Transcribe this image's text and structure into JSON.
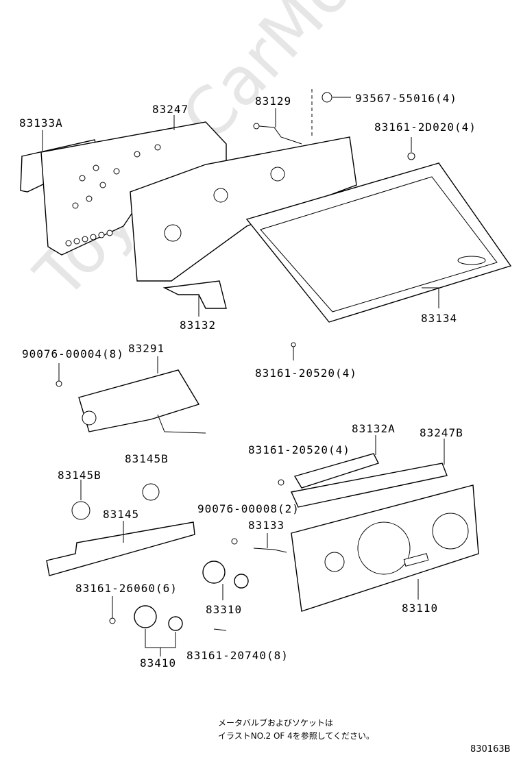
{
  "watermark": "ToyotaCarMoto.ru",
  "labels": {
    "p83133A": "83133A",
    "p83247": "83247",
    "p83129": "83129",
    "p93567": "93567-55016(4)",
    "p83161_2D020": "83161-2D020(4)",
    "p83132": "83132",
    "p83134": "83134",
    "p90076_00004": "90076-00004(8)",
    "p83291": "83291",
    "p83161_20520a": "83161-20520(4)",
    "p83132A": "83132A",
    "p83247B": "83247B",
    "p83161_20520b": "83161-20520(4)",
    "p83145B_right": "83145B",
    "p83145B_left": "83145B",
    "p83145": "83145",
    "p90076_00008": "90076-00008(2)",
    "p83133": "83133",
    "p83161_26060": "83161-26060(6)",
    "p83310": "83310",
    "p83110": "83110",
    "p83410": "83410",
    "p83161_20740": "83161-20740(8)"
  },
  "footnote": {
    "line1": "メータバルブおよびソケットは",
    "line2": "イラストNO.2 OF 4を参照してください。"
  },
  "figure_code": "830163B"
}
